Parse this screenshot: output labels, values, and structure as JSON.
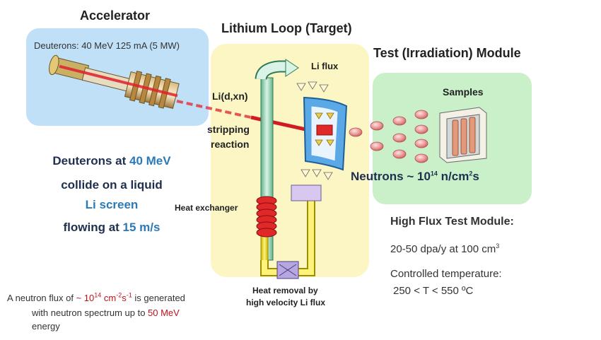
{
  "accelerator": {
    "title": "Accelerator",
    "beam": "Deuterons: 40 MeV 125 mA (5 MW)"
  },
  "target": {
    "title": "Lithium Loop (Target)",
    "li_flux": "Li flux",
    "reaction_1": "Li(d,xn)",
    "reaction_2": "stripping",
    "reaction_3": "reaction",
    "heat_exchanger": "Heat exchanger",
    "heat_removal_1": "Heat removal by",
    "heat_removal_2": "high velocity Li flux"
  },
  "module": {
    "title": "Test (Irradiation) Module",
    "samples": "Samples",
    "neutrons_prefix": "Neutrons  ~ 10",
    "neutrons_exp": "14",
    "neutrons_unit": " n/cm",
    "neutrons_exp2": "2",
    "neutrons_suffix": "s"
  },
  "summary": {
    "l1_a": "Deuterons at ",
    "l1_b": "40 MeV",
    "l2": "collide on a liquid",
    "l3": "Li screen",
    "l4_a": "flowing at ",
    "l4_b": "15 m/s"
  },
  "high_flux": {
    "title": "High Flux Test Module:",
    "dpa_a": "20-50 dpa/y at 100 cm",
    "dpa_exp": "3",
    "temp_1": "Controlled temperature:",
    "temp_2": "250 < T < 550 ºC"
  },
  "footnote": {
    "a": "A neutron flux of ",
    "b": " ~ 10",
    "b_exp": "14",
    "c": " cm",
    "c_exp": "-2",
    "d": "s",
    "d_exp": "-1",
    "e": " is generated",
    "line2_a": "with neutron spectrum up to ",
    "line2_b": "50 MeV",
    "line3": "energy"
  },
  "colors": {
    "accelerator_panel": "#bfe0f7",
    "target_panel": "#fbf6c4",
    "module_panel": "#c9f0c9",
    "emphasis_blue": "#2a7ab8",
    "emphasis_red": "#c0121b"
  }
}
